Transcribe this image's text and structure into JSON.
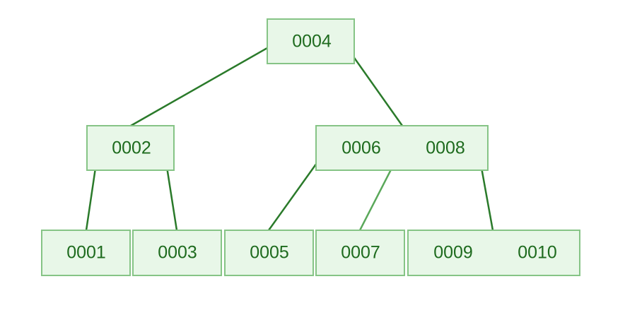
{
  "colors": {
    "node_fill": "#e8f7e8",
    "node_border": "#86c486",
    "edge": "#2a7a2a",
    "edge_light": "#5aa85a",
    "text": "#1e6b1e"
  },
  "tree": {
    "root": {
      "keys": [
        "0004"
      ]
    },
    "internal": [
      {
        "keys": [
          "0002"
        ]
      },
      {
        "keys": [
          "0006",
          "0008"
        ]
      }
    ],
    "leaves": [
      {
        "keys": [
          "0001"
        ]
      },
      {
        "keys": [
          "0003"
        ]
      },
      {
        "keys": [
          "0005"
        ]
      },
      {
        "keys": [
          "0007"
        ]
      },
      {
        "keys": [
          "0009",
          "0010"
        ]
      }
    ]
  }
}
